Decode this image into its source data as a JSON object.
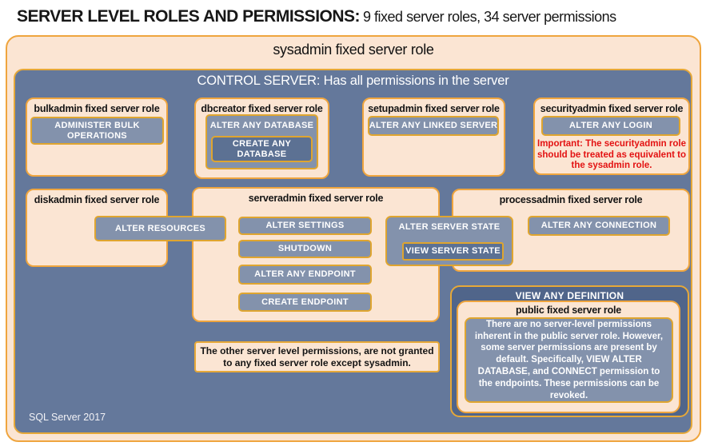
{
  "title": {
    "main": "SERVER LEVEL ROLES AND PERMISSIONS:",
    "subtitle": "9 fixed server roles, 34 server permissions"
  },
  "colors": {
    "peach_fill": "#fbe5d3",
    "gold_border": "#efa53e",
    "slate_blue_fill": "#64789b",
    "permission_fill": "#8392ac",
    "dark_nested_fill": "#5c7193",
    "view_any_definition_fill": "#50658a",
    "warning_red": "#e31212"
  },
  "sysadmin_box": {
    "label": "sysadmin fixed server role"
  },
  "control_server_box": {
    "label": "CONTROL SERVER: Has all permissions in the server",
    "version_label": "SQL Server 2017"
  },
  "bulkadmin": {
    "title": "bulkadmin fixed server role",
    "perm_administer_bulk_operations": "ADMINISTER BULK OPERATIONS"
  },
  "dbcreator": {
    "title": "dbcreator fixed server role",
    "perm_alter_any_database": "ALTER ANY DATABASE",
    "perm_create_any_database": "CREATE ANY DATABASE"
  },
  "setupadmin": {
    "title": "setupadmin fixed server role",
    "perm_alter_any_linked_server": "ALTER ANY LINKED SERVER"
  },
  "securityadmin": {
    "title": "securityadmin fixed server role",
    "perm_alter_any_login": "ALTER ANY LOGIN",
    "warning": "Important: The securityadmin role should be treated as equivalent to the sysadmin role."
  },
  "diskadmin": {
    "title": "diskadmin fixed server role",
    "perm_alter_resources": "ALTER RESOURCES"
  },
  "serveradmin": {
    "title": "serveradmin fixed server role",
    "perm_alter_settings": "ALTER SETTINGS",
    "perm_shutdown": "SHUTDOWN",
    "perm_alter_any_endpoint": "ALTER ANY ENDPOINT",
    "perm_create_endpoint": "CREATE ENDPOINT"
  },
  "server_state_group": {
    "perm_alter_server_state": "ALTER SERVER STATE",
    "perm_view_server_state": "VIEW SERVER STATE"
  },
  "processadmin": {
    "title": "processadmin fixed server role",
    "perm_alter_any_connection": "ALTER ANY CONNECTION"
  },
  "other_permissions_note": "The other server level permissions, are not granted to any fixed server role except sysadmin.",
  "view_any_definition": {
    "label": "VIEW ANY DEFINITION",
    "public_role_title": "public fixed server role",
    "public_role_body": "There are no server-level permissions inherent in the public server role. However, some server permissions are present by default. Specifically, VIEW ALTER DATABASE, and CONNECT permission to the endpoints. These permissions can be revoked."
  }
}
